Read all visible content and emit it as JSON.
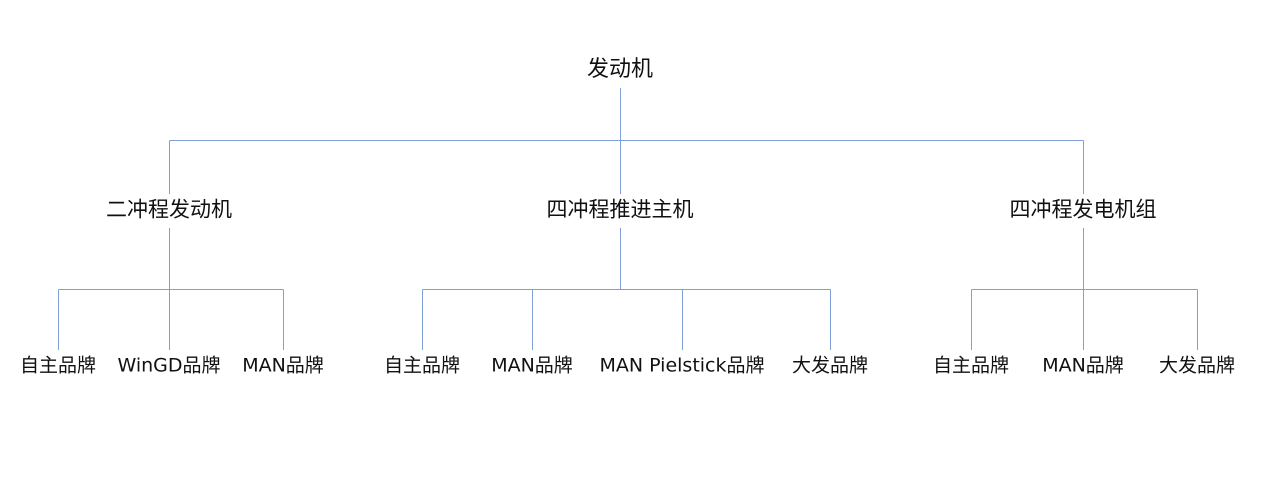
{
  "colors": {
    "connector": "#7f9fd8",
    "text": "#111111",
    "background": "#ffffff"
  },
  "tree": {
    "label": "发动机",
    "children": [
      {
        "label": "二冲程发动机",
        "children": [
          {
            "label": "自主品牌"
          },
          {
            "label": "WinGD品牌"
          },
          {
            "label": "MAN品牌"
          }
        ]
      },
      {
        "label": "四冲程推进主机",
        "children": [
          {
            "label": "自主品牌"
          },
          {
            "label": "MAN品牌"
          },
          {
            "label": "MAN Pielstick品牌"
          },
          {
            "label": "大发品牌"
          }
        ]
      },
      {
        "label": "四冲程发电机组",
        "children": [
          {
            "label": "自主品牌"
          },
          {
            "label": "MAN品牌"
          },
          {
            "label": "大发品牌"
          }
        ]
      }
    ]
  }
}
